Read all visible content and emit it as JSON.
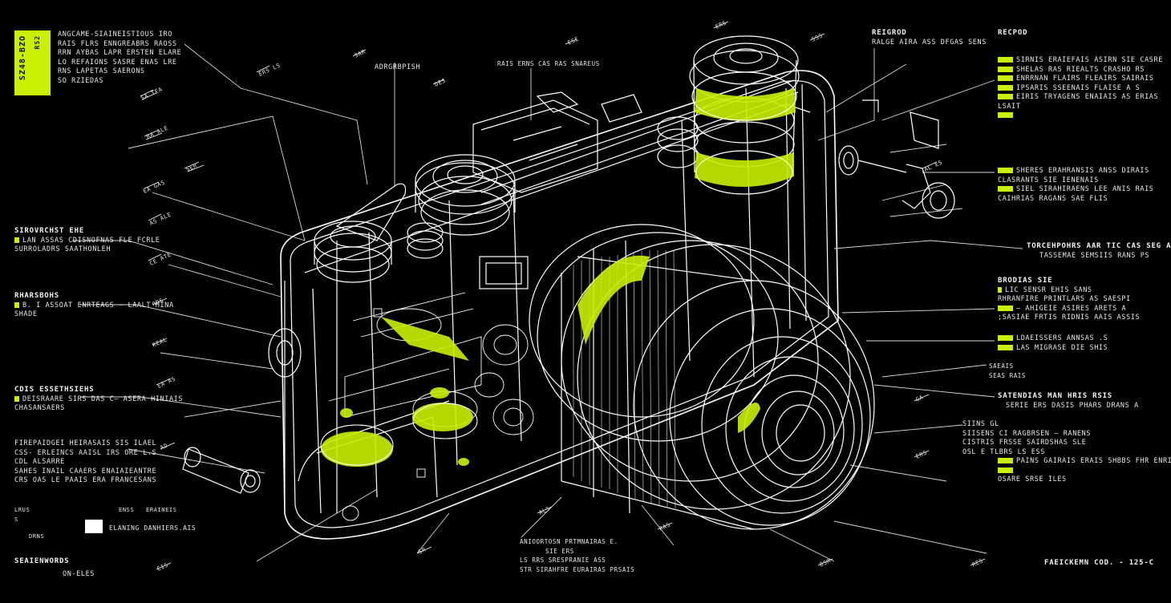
{
  "colors": {
    "background": "#000000",
    "line": "#ffffff",
    "accent": "#c8f000"
  },
  "badge": {
    "text_main": "SZ48-BZO",
    "text_side": "RS2"
  },
  "left": {
    "intro_block": [
      "ANGCAME-SIAINEISTIOUS IRO",
      "RAIS FLRS  ENNGREABRS RAOSS",
      "RRN AYBAS  LAPR ERSTEN ELARE",
      "LO REFAIONS SASRE ENAS LRE",
      "RNS LAPETAS SAERONS",
      "SO RZIEDAS"
    ],
    "callouts": [
      {
        "heading": "SIROVRCHST EHE",
        "lines": [
          "LAN ASSAS  CDISNOFNAS  FLE FCRLE",
          "SURROLADRS  SAATHONLEH"
        ]
      },
      {
        "heading": "RHARSBOHS",
        "lines": [
          "B. I ASSOAT ENRTEAGS  — LAALT HINA",
          "SHADE"
        ]
      },
      {
        "heading": "CDIS ESSETHSIEHS",
        "lines": [
          "DEISRAARE SIRS DAS  C— ASERA HINIAIS",
          "CHASANSAERS"
        ]
      },
      {
        "heading": "",
        "lines": [
          "FIREPAIDGEI HEIRASAIS SIS  ILAEL",
          "CSS- ERLEINCS  AAISL IRS ORE  L.S",
          "CDL ALSARRE",
          "SAHES INAIL  CAAERS  ENAIAIEANTRE",
          "CRS OAS LE PAAIS ERA FRANCESANS"
        ]
      }
    ],
    "bottom_scale": [
      "LRUS",
      "S",
      "DRNS"
    ],
    "bottom_scale_right": [
      "ENSS",
      "ERAINEIS"
    ],
    "bottom_key": "ELANING  DANHIERS.AIS",
    "footer_title": "SEAIENWORDS",
    "footer_sub": "ON-ELES"
  },
  "top_center": {
    "label_a": "ADRGRBPISH",
    "label_b": "RAIS ERNS  CAS RAS SNAREUS"
  },
  "right": {
    "top_block": {
      "heading": "REIGROD",
      "lines": [
        "RALGE AIRA ASS DFGAS  SENS"
      ]
    },
    "top_callouts": [
      "SIRNIS ERAIEFAIS  ASIRN SIE CASRE",
      "SHELAS RAS  RIEALTS  CRASHO RS",
      "ENRRNAN FLAIRS  FLEAIRS SAIRAIS",
      "IPSARIS  SSEENAIS FLAISE A S",
      "EIRIS   TRYAGENS  ENAIAIS AS ERIAS",
      "",
      "LSAIT"
    ],
    "top_callouts_marked": [
      true,
      true,
      true,
      true,
      true,
      true,
      false,
      true
    ],
    "section2": [
      "SHERES ERAHRANSIS  ANSS  DIRAIS",
      "CLASRANTS SIE   IENENAIS",
      "SIEL SIRAHIRAENS  LEE ANIS RAIS",
      "CAIHRIAS RAGANS SAE FLIS"
    ],
    "section3_heading": "TORCEHPOHRS AAR TIC  CAS SEG ASS. AS",
    "section3_line": "TASSEMAE SEMSIIS  RANS PS",
    "section4": {
      "heading": "BRODIAS SIE",
      "lines": [
        "LIC SENSR EHIS SANS",
        "RHRANFIRE  PRINTLARS AS SAESPI",
        "— AHIGEIE  ASIRES ARETS A",
        ";SASIAE FRTIS RIDNIS AAIS ASSIS"
      ]
    },
    "section5": [
      "LDAEISSERS   ANNSAS .S",
      "LAS MIGRASE DIE  SHIS"
    ],
    "section6": [
      "SAEAIS",
      "SEAS RAIS"
    ],
    "section7": {
      "heading": "SATENDIAS MAN HRIS RSIS",
      "lines": [
        "SERIE  ERS  DASIS  PHARS DRANS  A"
      ]
    },
    "section8": [
      "SIINS GL",
      "SIISENS  CI RAGBRSEN   — RANENS",
      "CISTRIS FRSSE  SAIRDSHAS SLE",
      "OSL E TLBRS  LS   ESS",
      "  OSARE  SRSE  ILES",
      "PAINS  GAIRAIS ERAIS SHBBS FHR ENRIS",
      ""
    ],
    "footer": "FAEICKEMN  COD.  -  125-C"
  },
  "bottom_center": {
    "lines": [
      "ANIOORTOSN  PRTMNAIRAS E.",
      "SIE  ERS",
      "LS RRS SRESPRANIE ASS",
      "STR SIRAHFRE  EURAIRAS  PRSAIS"
    ]
  },
  "leader_labels": [
    "SA TEA",
    "RA ALE",
    "SER",
    "EA GAS",
    "AS ALE",
    "CE ATE",
    "RRS",
    "REAL",
    "EA AS",
    "AD",
    "EIS",
    "ERS LS",
    "SAR",
    "DES",
    "ESE",
    "ERS",
    "SSS",
    "AL ES",
    "GA",
    "ERS",
    "RES",
    "BSR",
    "RAS",
    "ALS",
    "SR"
  ]
}
